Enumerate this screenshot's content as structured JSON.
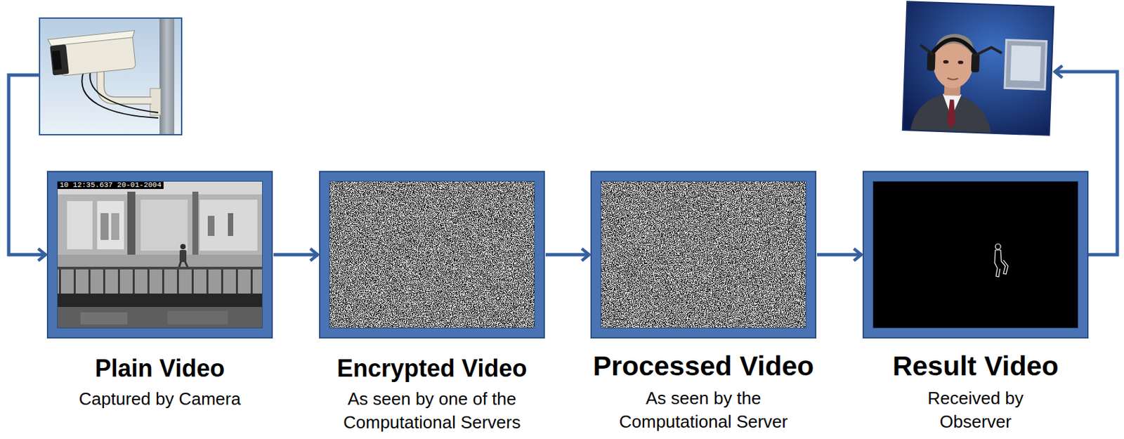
{
  "diagram": {
    "nodes": [
      {
        "text": [
          "Plain Video",
          "Captured by Camera"
        ]
      },
      {
        "text": [
          "Encrypted Video",
          "As seen by one of the Computational Servers"
        ]
      },
      {
        "text": [
          "Processed Video",
          "As seen by the Computational Server"
        ]
      },
      {
        "text": [
          "Result Video",
          "Received by Observer"
        ]
      }
    ],
    "edges": [
      {
        "from": 0,
        "to": 1,
        "arrow": "to"
      },
      {
        "from": 1,
        "to": 2,
        "arrow": "to"
      },
      {
        "from": 2,
        "to": 3,
        "arrow": "to"
      }
    ],
    "labels": [
      "10 12:35.637 20-01-2004"
    ]
  }
}
